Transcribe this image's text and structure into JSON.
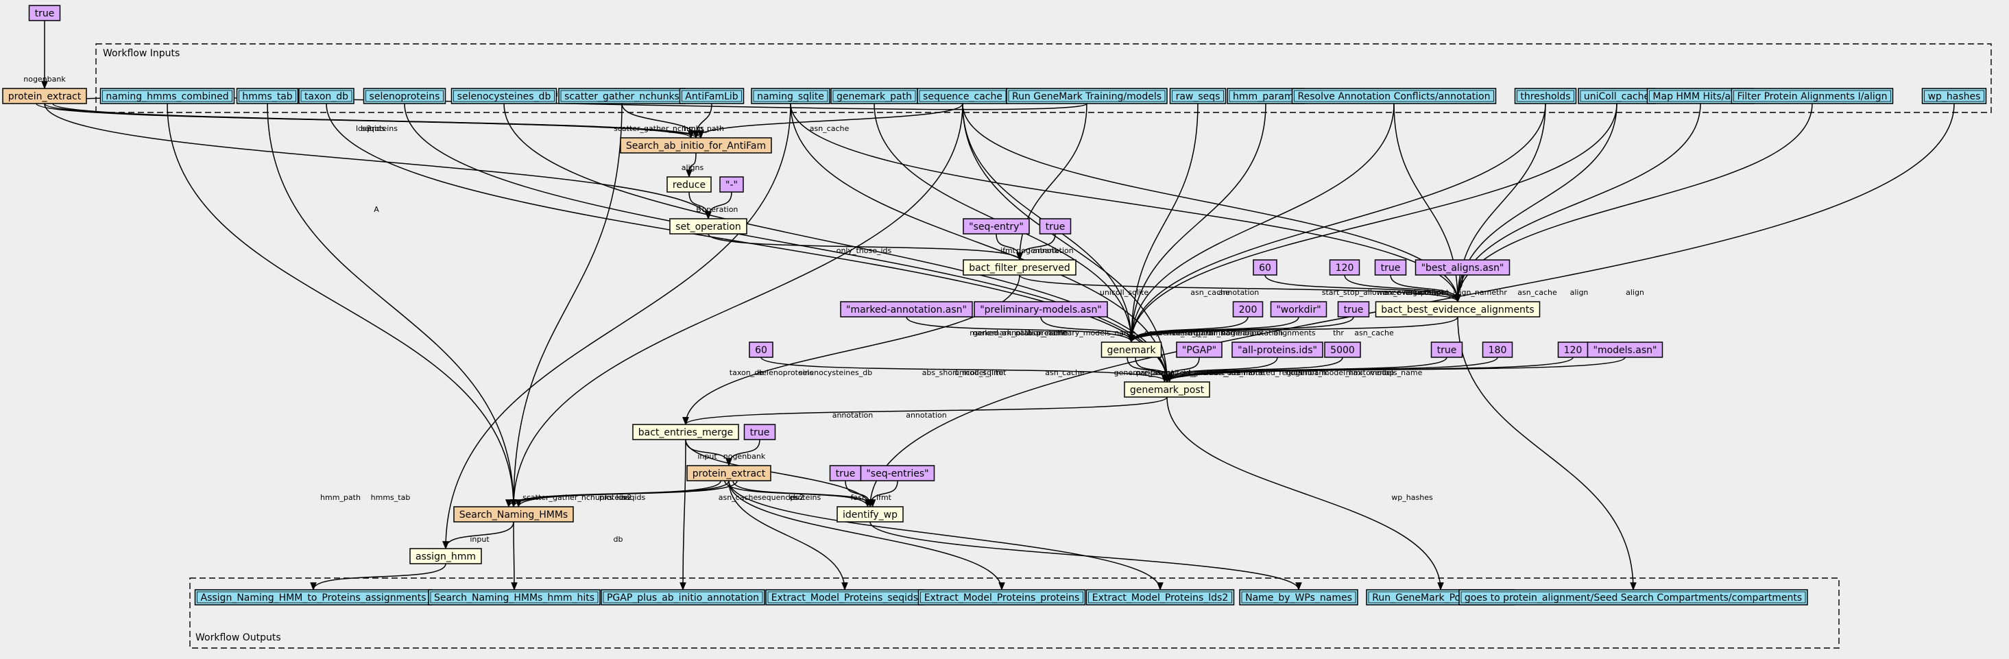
{
  "colors": {
    "input": "#94ddf0",
    "output": "#94ddf0",
    "step": "#ffffe0",
    "subworkflow": "#f3cea1",
    "param": "#dcaaff",
    "background": "#eeeeee"
  },
  "clusters": {
    "inputs_label": "Workflow Inputs",
    "outputs_label": "Workflow Outputs"
  },
  "nodes": [
    {
      "id": "true_top",
      "label": "true",
      "kind": "param"
    },
    {
      "id": "protein_extract_top",
      "label": "protein_extract",
      "kind": "subworkflow"
    },
    {
      "id": "naming_hmms_combined",
      "label": "naming_hmms_combined",
      "kind": "input"
    },
    {
      "id": "hmms_tab",
      "label": "hmms_tab",
      "kind": "input"
    },
    {
      "id": "taxon_db",
      "label": "taxon_db",
      "kind": "input"
    },
    {
      "id": "selenoproteins",
      "label": "selenoproteins",
      "kind": "input"
    },
    {
      "id": "selenocysteines_db",
      "label": "selenocysteines_db",
      "kind": "input"
    },
    {
      "id": "scatter_gather_nchunks",
      "label": "scatter_gather_nchunks",
      "kind": "input"
    },
    {
      "id": "AntiFamLib",
      "label": "AntiFamLib",
      "kind": "input"
    },
    {
      "id": "naming_sqlite",
      "label": "naming_sqlite",
      "kind": "input"
    },
    {
      "id": "genemark_path",
      "label": "genemark_path",
      "kind": "input"
    },
    {
      "id": "sequence_cache",
      "label": "sequence_cache",
      "kind": "input"
    },
    {
      "id": "run_genemark_models",
      "label": "Run GeneMark Training/models",
      "kind": "input"
    },
    {
      "id": "raw_seqs",
      "label": "raw_seqs",
      "kind": "input"
    },
    {
      "id": "hmm_params",
      "label": "hmm_params",
      "kind": "input"
    },
    {
      "id": "resolve_conflicts",
      "label": "Resolve Annotation Conflicts/annotation",
      "kind": "input"
    },
    {
      "id": "thresholds",
      "label": "thresholds",
      "kind": "input"
    },
    {
      "id": "uniColl_cache",
      "label": "uniColl_cache",
      "kind": "input"
    },
    {
      "id": "map_hmm_hits",
      "label": "Map HMM Hits/align",
      "kind": "input"
    },
    {
      "id": "filter_protein_alignments",
      "label": "Filter Protein Alignments I/align",
      "kind": "input"
    },
    {
      "id": "wp_hashes",
      "label": "wp_hashes",
      "kind": "input"
    },
    {
      "id": "search_antifam",
      "label": "Search_ab_initio_for_AntiFam",
      "kind": "subworkflow"
    },
    {
      "id": "reduce",
      "label": "reduce",
      "kind": "step"
    },
    {
      "id": "minus_param",
      "label": "\"-\"",
      "kind": "param"
    },
    {
      "id": "set_operation",
      "label": "set_operation",
      "kind": "step"
    },
    {
      "id": "seq_entry_param",
      "label": "\"seq-entry\"",
      "kind": "param"
    },
    {
      "id": "true_bfp",
      "label": "true",
      "kind": "param"
    },
    {
      "id": "bact_filter_preserved",
      "label": "bact_filter_preserved",
      "kind": "step"
    },
    {
      "id": "p60_a",
      "label": "60",
      "kind": "param"
    },
    {
      "id": "p120_a",
      "label": "120",
      "kind": "param"
    },
    {
      "id": "true_bba",
      "label": "true",
      "kind": "param"
    },
    {
      "id": "best_aligns_param",
      "label": "\"best_aligns.asn\"",
      "kind": "param"
    },
    {
      "id": "marked_ann_param",
      "label": "\"marked-annotation.asn\"",
      "kind": "param"
    },
    {
      "id": "prelim_models_param",
      "label": "\"preliminary-models.asn\"",
      "kind": "param"
    },
    {
      "id": "p200",
      "label": "200",
      "kind": "param"
    },
    {
      "id": "workdir_param",
      "label": "\"workdir\"",
      "kind": "param"
    },
    {
      "id": "true_gm",
      "label": "true",
      "kind": "param"
    },
    {
      "id": "bact_best_evidence",
      "label": "bact_best_evidence_alignments",
      "kind": "step"
    },
    {
      "id": "genemark",
      "label": "genemark",
      "kind": "step"
    },
    {
      "id": "p60_b",
      "label": "60",
      "kind": "param"
    },
    {
      "id": "pgap_param",
      "label": "\"PGAP\"",
      "kind": "param"
    },
    {
      "id": "all_proteins_param",
      "label": "\"all-proteins.ids\"",
      "kind": "param"
    },
    {
      "id": "p5000",
      "label": "5000",
      "kind": "param"
    },
    {
      "id": "true_gp",
      "label": "true",
      "kind": "param"
    },
    {
      "id": "p180",
      "label": "180",
      "kind": "param"
    },
    {
      "id": "p120_b",
      "label": "120",
      "kind": "param"
    },
    {
      "id": "models_param",
      "label": "\"models.asn\"",
      "kind": "param"
    },
    {
      "id": "genemark_post",
      "label": "genemark_post",
      "kind": "step"
    },
    {
      "id": "bact_entries_merge",
      "label": "bact_entries_merge",
      "kind": "step"
    },
    {
      "id": "true_bem",
      "label": "true",
      "kind": "param"
    },
    {
      "id": "protein_extract_mid",
      "label": "protein_extract",
      "kind": "subworkflow"
    },
    {
      "id": "true_iw",
      "label": "true",
      "kind": "param"
    },
    {
      "id": "seq_entries_param",
      "label": "\"seq-entries\"",
      "kind": "param"
    },
    {
      "id": "search_naming_hmms",
      "label": "Search_Naming_HMMs",
      "kind": "subworkflow"
    },
    {
      "id": "identify_wp",
      "label": "identify_wp",
      "kind": "step"
    },
    {
      "id": "assign_hmm",
      "label": "assign_hmm",
      "kind": "step"
    },
    {
      "id": "out_assign",
      "label": "Assign_Naming_HMM_to_Proteins_assignments",
      "kind": "output"
    },
    {
      "id": "out_hmm_hits",
      "label": "Search_Naming_HMMs_hmm_hits",
      "kind": "output"
    },
    {
      "id": "out_pgap",
      "label": "PGAP_plus_ab_initio_annotation",
      "kind": "output"
    },
    {
      "id": "out_seqids",
      "label": "Extract_Model_Proteins_seqids",
      "kind": "output"
    },
    {
      "id": "out_proteins",
      "label": "Extract_Model_Proteins_proteins",
      "kind": "output"
    },
    {
      "id": "out_lds2",
      "label": "Extract_Model_Proteins_lds2",
      "kind": "output"
    },
    {
      "id": "out_wp_names",
      "label": "Name_by_WPs_names",
      "kind": "output"
    },
    {
      "id": "out_genemark_models",
      "label": "Run_GeneMark_Post_models",
      "kind": "output"
    },
    {
      "id": "out_compartments",
      "label": "goes to protein_alignment/Seed Search Compartments/compartments",
      "kind": "output"
    }
  ],
  "edges": [
    {
      "from": "true_top",
      "to": "protein_extract_top",
      "label": "nogenbank"
    },
    {
      "from": "run_genemark_models",
      "to": "protein_extract_top",
      "label": "input"
    },
    {
      "from": "protein_extract_top",
      "to": "search_antifam",
      "label": "lds2"
    },
    {
      "from": "protein_extract_top",
      "to": "search_antifam",
      "label": "seqids"
    },
    {
      "from": "protein_extract_top",
      "to": "search_antifam",
      "label": "proteins"
    },
    {
      "from": "scatter_gather_nchunks",
      "to": "search_antifam",
      "label": "scatter_gather_nchunks"
    },
    {
      "from": "AntiFamLib",
      "to": "search_antifam",
      "label": "hmm_path"
    },
    {
      "from": "sequence_cache",
      "to": "search_antifam",
      "label": "asn_cache"
    },
    {
      "from": "search_antifam",
      "to": "reduce",
      "label": "aligns"
    },
    {
      "from": "protein_extract_top",
      "to": "set_operation",
      "label": "A"
    },
    {
      "from": "reduce",
      "to": "set_operation",
      "label": "B"
    },
    {
      "from": "minus_param",
      "to": "set_operation",
      "label": "operation"
    },
    {
      "from": "set_operation",
      "to": "bact_filter_preserved",
      "label": "only_those_ids"
    },
    {
      "from": "seq_entry_param",
      "to": "bact_filter_preserved",
      "label": "ifmt"
    },
    {
      "from": "true_bfp",
      "to": "bact_filter_preserved",
      "label": "nogenbank"
    },
    {
      "from": "run_genemark_models",
      "to": "bact_filter_preserved",
      "label": "annotation"
    },
    {
      "from": "bact_filter_preserved",
      "to": "bact_best_evidence",
      "label": "annotation"
    },
    {
      "from": "p60_a",
      "to": "bact_best_evidence",
      "label": "start_stop_allowance"
    },
    {
      "from": "p120_a",
      "to": "bact_best_evidence",
      "label": "max_overlap"
    },
    {
      "from": "true_bba",
      "to": "bact_best_evidence",
      "label": "nogenbank"
    },
    {
      "from": "best_aligns_param",
      "to": "bact_best_evidence",
      "label": "output_align_name"
    },
    {
      "from": "resolve_conflicts",
      "to": "bact_best_evidence",
      "label": "annotation"
    },
    {
      "from": "thresholds",
      "to": "bact_best_evidence",
      "label": "thr"
    },
    {
      "from": "map_hmm_hits",
      "to": "bact_best_evidence",
      "label": "align"
    },
    {
      "from": "filter_protein_alignments",
      "to": "bact_best_evidence",
      "label": "align"
    },
    {
      "from": "sequence_cache",
      "to": "bact_best_evidence",
      "label": "asn_cache"
    },
    {
      "from": "uniColl_cache",
      "to": "bact_best_evidence",
      "label": "asn_cache"
    },
    {
      "from": "naming_sqlite",
      "to": "bact_best_evidence",
      "label": "unicoll_sqlite"
    },
    {
      "from": "bact_best_evidence",
      "to": "genemark",
      "label": "alignments"
    },
    {
      "from": "marked_ann_param",
      "to": "genemark",
      "label": "marked_annotation_name"
    },
    {
      "from": "prelim_models_param",
      "to": "genemark",
      "label": "preliminary_models_name"
    },
    {
      "from": "p200",
      "to": "genemark",
      "label": "min_seq_len"
    },
    {
      "from": "workdir_param",
      "to": "genemark",
      "label": "tmp_dir_name"
    },
    {
      "from": "true_gm",
      "to": "genemark",
      "label": "nogenbank"
    },
    {
      "from": "genemark_path",
      "to": "genemark",
      "label": "genemark_path"
    },
    {
      "from": "raw_seqs",
      "to": "genemark",
      "label": "sequences"
    },
    {
      "from": "hmm_params",
      "to": "genemark",
      "label": "hmm_params"
    },
    {
      "from": "resolve_conflicts",
      "to": "genemark",
      "label": "annotation"
    },
    {
      "from": "thresholds",
      "to": "genemark",
      "label": "thr"
    },
    {
      "from": "uniColl_cache",
      "to": "genemark",
      "label": "asn_cache"
    },
    {
      "from": "sequence_cache",
      "to": "genemark",
      "label": "asn_cache"
    },
    {
      "from": "genemark",
      "to": "genemark_post",
      "label": "genemark_annot"
    },
    {
      "from": "genemark",
      "to": "genemark_post",
      "label": "pre_annot"
    },
    {
      "from": "p60_b",
      "to": "genemark_post",
      "label": "abs_short_model_limit"
    },
    {
      "from": "pgap_param",
      "to": "genemark_post",
      "label": "product_id_prefix"
    },
    {
      "from": "all_proteins_param",
      "to": "genemark_post",
      "label": "out_product_ids_name"
    },
    {
      "from": "p5000",
      "to": "genemark_post",
      "label": "max_unannotated_region"
    },
    {
      "from": "true_gp",
      "to": "genemark_post",
      "label": "nogenbank"
    },
    {
      "from": "p180",
      "to": "genemark_post",
      "label": "short_model_limit"
    },
    {
      "from": "p120_b",
      "to": "genemark_post",
      "label": "max_overlap"
    },
    {
      "from": "models_param",
      "to": "genemark_post",
      "label": "models_name"
    },
    {
      "from": "naming_sqlite",
      "to": "genemark_post",
      "label": "unicoll_sqlite"
    },
    {
      "from": "selenoproteins",
      "to": "genemark_post",
      "label": "selenoproteins"
    },
    {
      "from": "selenocysteines_db",
      "to": "genemark_post",
      "label": "selenocysteines_db"
    },
    {
      "from": "taxon_db",
      "to": "genemark_post",
      "label": "taxon_db"
    },
    {
      "from": "sequence_cache",
      "to": "genemark_post",
      "label": "asn_cache"
    },
    {
      "from": "genemark_post",
      "to": "bact_entries_merge",
      "label": "annotation"
    },
    {
      "from": "bact_filter_preserved",
      "to": "bact_entries_merge",
      "label": "annotation"
    },
    {
      "from": "true_bem",
      "to": "protein_extract_mid",
      "label": "nogenbank"
    },
    {
      "from": "bact_entries_merge",
      "to": "protein_extract_mid",
      "label": "input"
    },
    {
      "from": "protein_extract_mid",
      "to": "search_naming_hmms",
      "label": "proteins"
    },
    {
      "from": "protein_extract_mid",
      "to": "search_naming_hmms",
      "label": "lds2"
    },
    {
      "from": "protein_extract_mid",
      "to": "search_naming_hmms",
      "label": "seqids"
    },
    {
      "from": "naming_hmms_combined",
      "to": "search_naming_hmms",
      "label": "hmm_path"
    },
    {
      "from": "hmms_tab",
      "to": "search_naming_hmms",
      "label": "hmms_tab"
    },
    {
      "from": "scatter_gather_nchunks",
      "to": "search_naming_hmms",
      "label": "scatter_gather_nchunks"
    },
    {
      "from": "sequence_cache",
      "to": "search_naming_hmms",
      "label": "asn_cache"
    },
    {
      "from": "protein_extract_mid",
      "to": "identify_wp",
      "label": "lds2"
    },
    {
      "from": "protein_extract_mid",
      "to": "identify_wp",
      "label": "proteins"
    },
    {
      "from": "true_iw",
      "to": "identify_wp",
      "label": "fast"
    },
    {
      "from": "seq_entries_param",
      "to": "identify_wp",
      "label": "ifmt"
    },
    {
      "from": "wp_hashes",
      "to": "identify_wp",
      "label": "wp_hashes"
    },
    {
      "from": "bact_entries_merge",
      "to": "identify_wp",
      "label": "sequences"
    },
    {
      "from": "search_naming_hmms",
      "to": "assign_hmm",
      "label": "input"
    },
    {
      "from": "naming_sqlite",
      "to": "assign_hmm",
      "label": "db"
    },
    {
      "from": "assign_hmm",
      "to": "out_assign",
      "label": ""
    },
    {
      "from": "search_naming_hmms",
      "to": "out_hmm_hits",
      "label": ""
    },
    {
      "from": "bact_entries_merge",
      "to": "out_pgap",
      "label": ""
    },
    {
      "from": "protein_extract_mid",
      "to": "out_seqids",
      "label": ""
    },
    {
      "from": "protein_extract_mid",
      "to": "out_proteins",
      "label": ""
    },
    {
      "from": "protein_extract_mid",
      "to": "out_lds2",
      "label": ""
    },
    {
      "from": "identify_wp",
      "to": "out_wp_names",
      "label": ""
    },
    {
      "from": "genemark_post",
      "to": "out_genemark_models",
      "label": ""
    },
    {
      "from": "bact_best_evidence",
      "to": "out_compartments",
      "label": ""
    }
  ]
}
